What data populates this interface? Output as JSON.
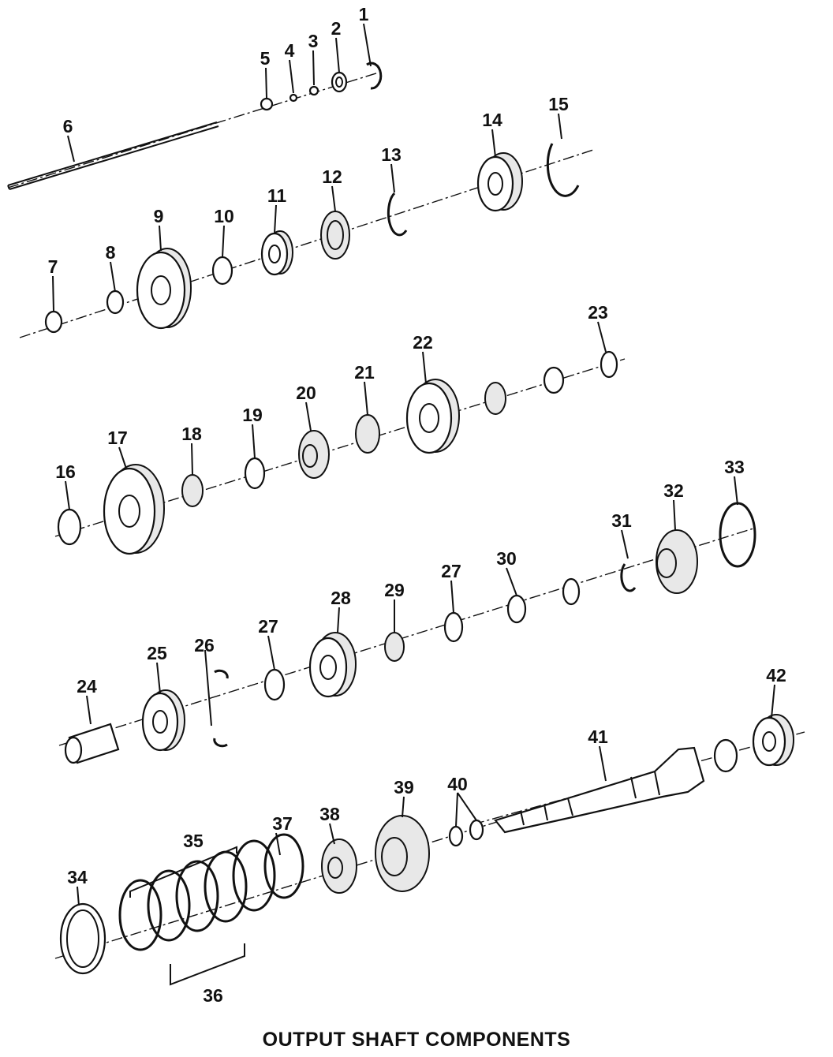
{
  "caption": "OUTPUT SHAFT COMPONENTS",
  "callouts": [
    {
      "id": "c1",
      "text": "1"
    },
    {
      "id": "c2",
      "text": "2"
    },
    {
      "id": "c3",
      "text": "3"
    },
    {
      "id": "c4",
      "text": "4"
    },
    {
      "id": "c5",
      "text": "5"
    },
    {
      "id": "c6",
      "text": "6"
    },
    {
      "id": "c7",
      "text": "7"
    },
    {
      "id": "c8",
      "text": "8"
    },
    {
      "id": "c9",
      "text": "9"
    },
    {
      "id": "c10",
      "text": "10"
    },
    {
      "id": "c11",
      "text": "11"
    },
    {
      "id": "c12",
      "text": "12"
    },
    {
      "id": "c13",
      "text": "13"
    },
    {
      "id": "c14",
      "text": "14"
    },
    {
      "id": "c15",
      "text": "15"
    },
    {
      "id": "c16",
      "text": "16"
    },
    {
      "id": "c17",
      "text": "17"
    },
    {
      "id": "c18",
      "text": "18"
    },
    {
      "id": "c19",
      "text": "19"
    },
    {
      "id": "c20",
      "text": "20"
    },
    {
      "id": "c21",
      "text": "21"
    },
    {
      "id": "c22",
      "text": "22"
    },
    {
      "id": "c23",
      "text": "23"
    },
    {
      "id": "c24",
      "text": "24"
    },
    {
      "id": "c25",
      "text": "25"
    },
    {
      "id": "c26",
      "text": "26"
    },
    {
      "id": "c27a",
      "text": "27"
    },
    {
      "id": "c27b",
      "text": "27"
    },
    {
      "id": "c28",
      "text": "28"
    },
    {
      "id": "c29",
      "text": "29"
    },
    {
      "id": "c30",
      "text": "30"
    },
    {
      "id": "c31",
      "text": "31"
    },
    {
      "id": "c32",
      "text": "32"
    },
    {
      "id": "c33",
      "text": "33"
    },
    {
      "id": "c34",
      "text": "34"
    },
    {
      "id": "c35",
      "text": "35"
    },
    {
      "id": "c36",
      "text": "36"
    },
    {
      "id": "c37",
      "text": "37"
    },
    {
      "id": "c38",
      "text": "38"
    },
    {
      "id": "c39",
      "text": "39"
    },
    {
      "id": "c40",
      "text": "40"
    },
    {
      "id": "c41",
      "text": "41"
    },
    {
      "id": "c42",
      "text": "42"
    }
  ]
}
